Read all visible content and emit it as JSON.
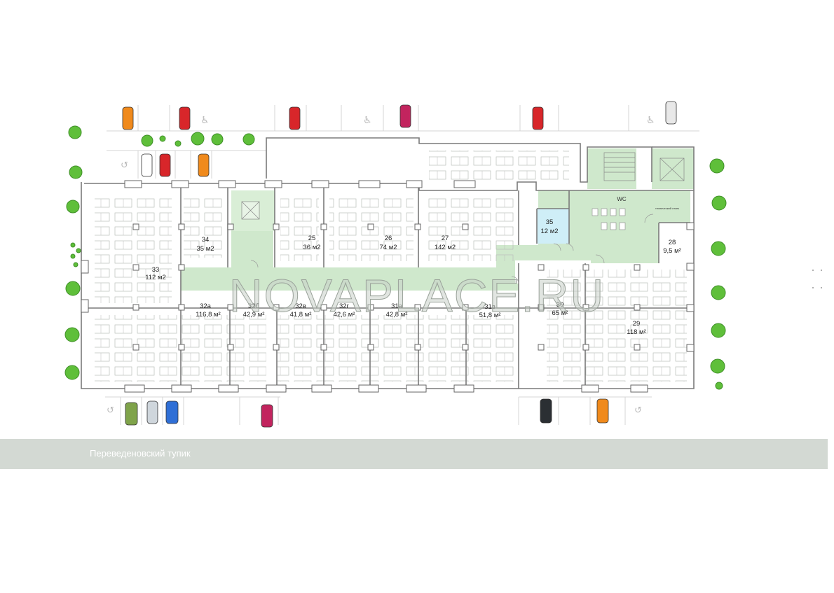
{
  "street": {
    "name": "Переведеновский тупик"
  },
  "watermark": "NOVAPLACE.RU",
  "wc_label": "WC",
  "small_room_label": "технический отсек",
  "colors": {
    "common_area": "#cfe8cc",
    "selected_room": "#cfeef7",
    "wall": "#7a7a7a",
    "tree": "#5fbf3a",
    "street": "#d3d9d3"
  },
  "rooms": [
    {
      "id": "33",
      "number": "33",
      "area": "112 м2"
    },
    {
      "id": "34",
      "number": "34",
      "area": "35 м2"
    },
    {
      "id": "25",
      "number": "25",
      "area": "36 м2"
    },
    {
      "id": "26",
      "number": "26",
      "area": "74 м2"
    },
    {
      "id": "27",
      "number": "27",
      "area": "142 м2"
    },
    {
      "id": "35",
      "number": "35",
      "area": "12 м2"
    },
    {
      "id": "28",
      "number": "28",
      "area": "9,5 м²"
    },
    {
      "id": "32a",
      "number": "32а",
      "area": "116,8 м²"
    },
    {
      "id": "32b",
      "number": "32б",
      "area": "42,9 м²"
    },
    {
      "id": "32v",
      "number": "32в",
      "area": "41,8 м²"
    },
    {
      "id": "32g",
      "number": "32г",
      "area": "42,6 м²"
    },
    {
      "id": "31a",
      "number": "31а",
      "area": "42,8 м²"
    },
    {
      "id": "31v",
      "number": "31в",
      "area": "51,8 м²"
    },
    {
      "id": "30",
      "number": "30",
      "area": "65 м²"
    },
    {
      "id": "29",
      "number": "29",
      "area": "118 м²"
    }
  ],
  "cars": [
    {
      "color": "#f08a1c"
    },
    {
      "color": "#d8262a"
    },
    {
      "color": "#d8262a"
    },
    {
      "color": "#c2245e"
    },
    {
      "color": "#d8262a"
    },
    {
      "color": "#e8e8e8"
    },
    {
      "color": "#ffffff"
    },
    {
      "color": "#d8262a"
    },
    {
      "color": "#f08a1c"
    },
    {
      "color": "#7fa34a"
    },
    {
      "color": "#cfd6dc"
    },
    {
      "color": "#2f6fd6"
    },
    {
      "color": "#c2245e"
    },
    {
      "color": "#2b2f33"
    },
    {
      "color": "#f08a1c"
    }
  ],
  "icons": [
    "wheelchair-icon",
    "u-turn-arrow-icon",
    "tree-icon",
    "car-icon",
    "staircase-icon",
    "elevator-icon",
    "door-arc-icon"
  ]
}
